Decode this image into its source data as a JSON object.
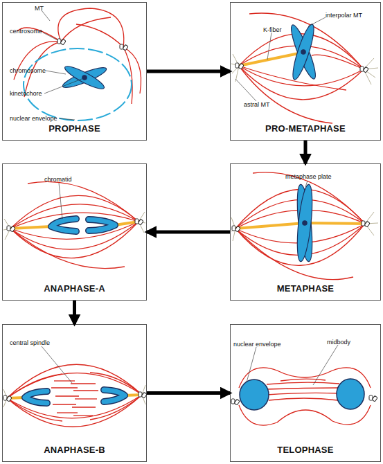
{
  "diagram": {
    "nodes": [
      {
        "text": [
          "PROPHASE"
        ]
      },
      {
        "text": [
          "PRO-METAPHASE"
        ]
      },
      {
        "text": [
          "ANAPHASE-A"
        ]
      },
      {
        "text": [
          "METAPHASE"
        ]
      },
      {
        "text": [
          "ANAPHASE-B"
        ]
      },
      {
        "text": [
          "TELOPHASE"
        ]
      }
    ],
    "edges": [
      {
        "from": 0,
        "to": 1,
        "arrow": "to"
      },
      {
        "from": 1,
        "to": 3,
        "arrow": "to"
      },
      {
        "from": 3,
        "to": 2,
        "arrow": "to"
      },
      {
        "from": 2,
        "to": 4,
        "arrow": "to"
      },
      {
        "from": 4,
        "to": 5,
        "arrow": "to"
      }
    ],
    "labels": [
      "MT",
      "centrosome",
      "chromosome",
      "kinetochore",
      "nuclear envelope",
      "interpolar MT",
      "K-fiber",
      "astral MT",
      "chromatid",
      "metaphase plate",
      "central spindle",
      "nuclear envelope",
      "midbody"
    ]
  }
}
